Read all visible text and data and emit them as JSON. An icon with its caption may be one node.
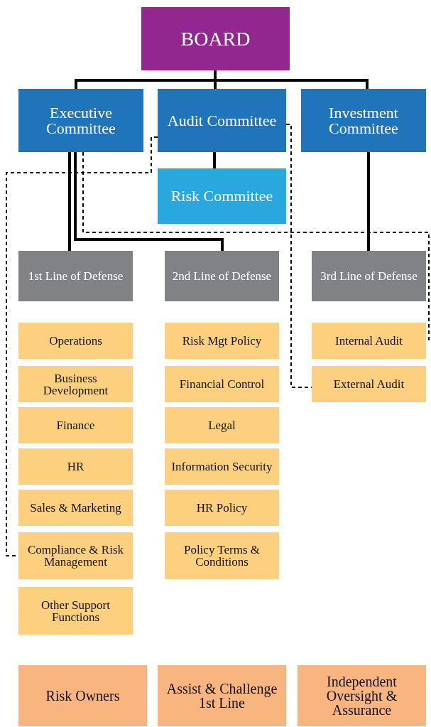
{
  "diagram": {
    "nodes": [
      {
        "text": [
          "BOARD"
        ]
      },
      {
        "text": [
          "Executive Committee"
        ]
      },
      {
        "text": [
          "Audit Committee"
        ]
      },
      {
        "text": [
          "Investment Committee"
        ]
      },
      {
        "text": [
          "Risk Committee"
        ]
      },
      {
        "text": [
          "1st Line of Defense"
        ]
      },
      {
        "text": [
          "2nd Line of Defense"
        ]
      },
      {
        "text": [
          "3rd Line of Defense"
        ]
      },
      {
        "text": [
          "Operations"
        ]
      },
      {
        "text": [
          "Business Development"
        ]
      },
      {
        "text": [
          "Finance"
        ]
      },
      {
        "text": [
          "HR"
        ]
      },
      {
        "text": [
          "Sales & Marketing"
        ]
      },
      {
        "text": [
          "Compliance & Risk Management"
        ]
      },
      {
        "text": [
          "Other Support Functions"
        ]
      },
      {
        "text": [
          "Risk Mgt Policy"
        ]
      },
      {
        "text": [
          "Financial Control"
        ]
      },
      {
        "text": [
          "Legal"
        ]
      },
      {
        "text": [
          "Information Security"
        ]
      },
      {
        "text": [
          "HR Policy"
        ]
      },
      {
        "text": [
          "Policy Terms & Conditions"
        ]
      },
      {
        "text": [
          "Internal Audit"
        ]
      },
      {
        "text": [
          "External Audit"
        ]
      },
      {
        "text": [
          "Risk Owners"
        ]
      },
      {
        "text": [
          "Assist & Challenge 1st Line"
        ]
      },
      {
        "text": [
          "Independent Oversight & Assurance"
        ]
      }
    ],
    "edges": [
      {
        "from": 0,
        "to": 1,
        "arrow": "none"
      },
      {
        "from": 0,
        "to": 2,
        "arrow": "none"
      },
      {
        "from": 0,
        "to": 3,
        "arrow": "none"
      },
      {
        "from": 2,
        "to": 4,
        "arrow": "none"
      },
      {
        "from": 1,
        "to": 5,
        "arrow": "none"
      },
      {
        "from": 1,
        "to": 6,
        "arrow": "none"
      },
      {
        "from": 3,
        "to": 7,
        "arrow": "none"
      },
      {
        "from": 2,
        "to": 13,
        "arrow": "none",
        "style": "dashed"
      },
      {
        "from": 1,
        "to": 21,
        "arrow": "none",
        "style": "dashed"
      },
      {
        "from": 2,
        "to": 22,
        "arrow": "none",
        "style": "dashed"
      }
    ]
  }
}
